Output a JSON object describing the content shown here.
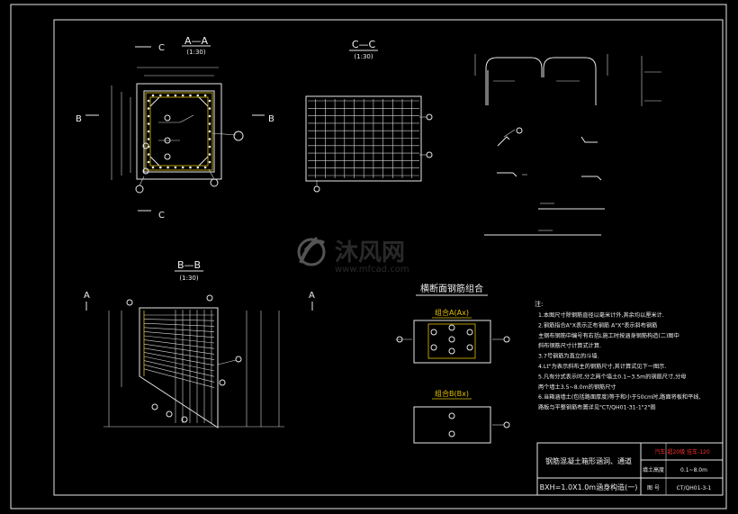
{
  "views": {
    "aa": {
      "title": "A—A",
      "scale": "(1:30)",
      "cut": "C"
    },
    "cc": {
      "title": "C—C",
      "scale": "(1:30)"
    },
    "bb": {
      "title": "B—B",
      "scale": "(1:30)",
      "cut": "A"
    },
    "b_mark": "B"
  },
  "rebar_combo": {
    "title": "横断面钢筋组合",
    "a_label": "组合A(Ax)",
    "b_label": "组合B(Bx)"
  },
  "notes": {
    "heading": "注:",
    "lines": [
      "1.本图尺寸除钢筋直径以毫米计外,其余均以厘米计.",
      "2.钢筋指合A\"X表示正布钢筋 A\"X\"表示斜布钢筋",
      "   主钢布钢筋中编号有右括L施工时按涵身钢筋构造(二)图中",
      "   斜布钢筋尺寸计算式计算.",
      "3.7号钢筋为直立的斗墙.",
      "4.Lt\"为表示斜布主的钢筋尺寸,其计算式见下一图示.",
      "5.凡有分式表示时,分之两个墙土0.1~3.5m的钢筋尺寸,分母",
      "   两个墙土3.5~8.0m的钢筋尺寸",
      "6.当箱涵墙土(包括路面厚度)等于和小于50cm时,路面将板和平线,",
      "   路板与平整钢筋布置详见\"CT/QH01-31-1\"2\"图"
    ]
  },
  "title_block": {
    "main_title": "钢筋混凝土箱形涵洞、通道",
    "sub_title": "BXH=1.0X1.0m涵身构造(一)",
    "load_label": "汽车-超20级 挂车-120",
    "fill_label": "填土高度",
    "fill_value": "0.1~8.0m",
    "drawing_label": "图 号",
    "drawing_no": "CT/QH01-3-1"
  },
  "watermark": {
    "brand": "沐风网",
    "url": "www.mfcad.com"
  }
}
